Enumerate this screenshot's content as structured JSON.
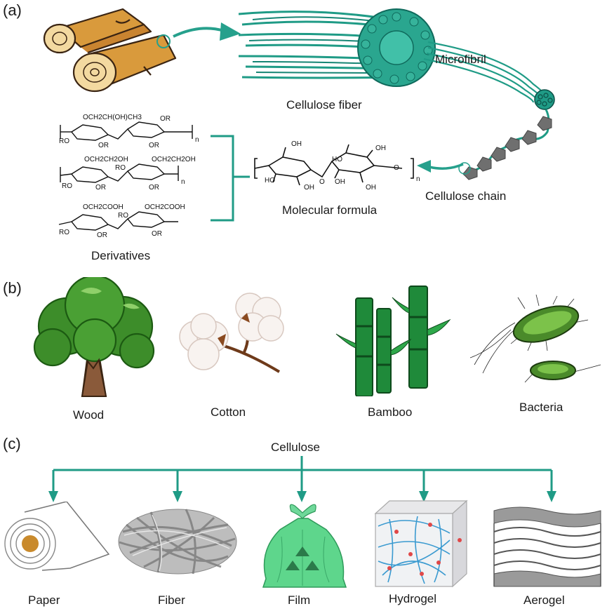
{
  "colors": {
    "teal": "#26a08c",
    "wood": "#d99a3c",
    "green": "#1f8a3a",
    "dark": "#111111"
  },
  "panels": {
    "a": "(a)",
    "b": "(b)",
    "c": "(c)"
  },
  "panel_a": {
    "cellulose_fiber": "Cellulose fiber",
    "microfibril": "Microfibril",
    "cellulose_chain": "Cellulose chain",
    "molecular_formula": "Molecular formula",
    "derivatives": "Derivatives",
    "derivative_groups": {
      "d1": "OCH2CH(OH)CH3",
      "d2a": "OCH2CH2OH",
      "d2b": "OCH2CH2OH",
      "d3a": "OCH2COOH",
      "d3b": "OCH2COOH"
    },
    "chem": {
      "oh": "OH",
      "ho": "HO",
      "ro": "RO",
      "or": "OR",
      "o": "O",
      "n": "n"
    }
  },
  "panel_b": {
    "sources": [
      "Wood",
      "Cotton",
      "Bamboo",
      "Bacteria"
    ]
  },
  "panel_c": {
    "root": "Cellulose",
    "products": [
      "Paper",
      "Fiber",
      "Film",
      "Hydrogel",
      "Aerogel"
    ]
  },
  "icons": [
    "logs-icon",
    "fiber-bundle-icon",
    "tree-icon",
    "cotton-icon",
    "bamboo-icon",
    "bacteria-icon",
    "paper-roll-icon",
    "fiber-mesh-icon",
    "plastic-bag-icon",
    "hydrogel-cube-icon",
    "aerogel-stack-icon"
  ]
}
